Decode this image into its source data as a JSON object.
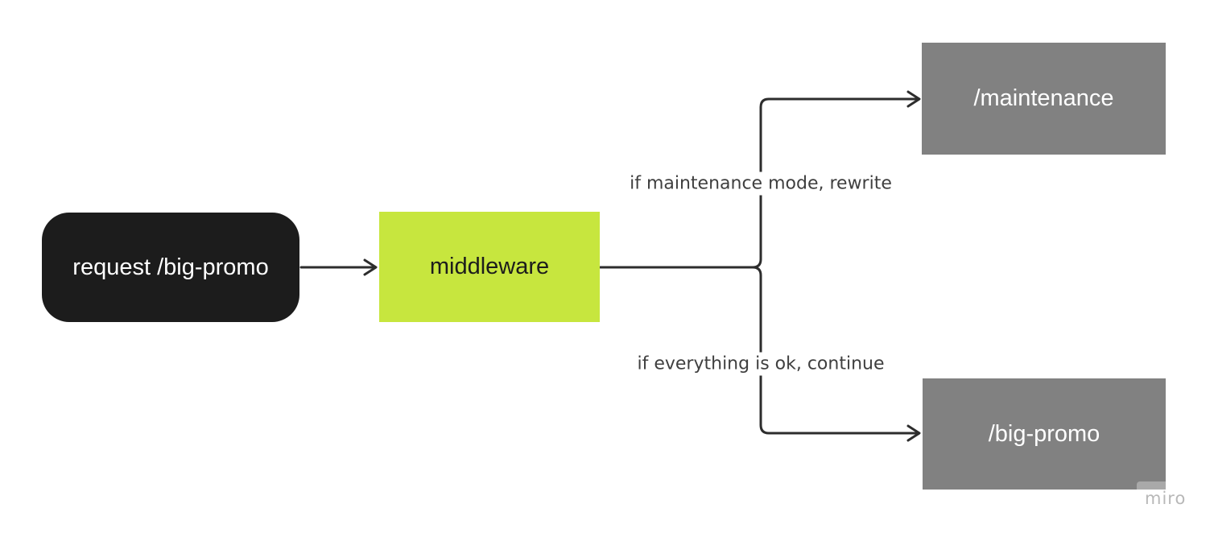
{
  "nodes": {
    "request": {
      "label": "request /big-promo",
      "shape": "rounded-rectangle",
      "bg": "#1c1c1c",
      "text_color": "#ffffff"
    },
    "middleware": {
      "label": "middleware",
      "shape": "rectangle",
      "bg": "#c7e63e",
      "text_color": "#1c1c1c"
    },
    "maintenance": {
      "label": "/maintenance",
      "shape": "rectangle",
      "bg": "#818181",
      "text_color": "#ffffff"
    },
    "big_promo": {
      "label": "/big-promo",
      "shape": "rectangle",
      "bg": "#818181",
      "text_color": "#ffffff"
    }
  },
  "edges": {
    "request_to_middleware": {
      "from": "request",
      "to": "middleware",
      "label": ""
    },
    "middleware_to_maintenance": {
      "from": "middleware",
      "to": "maintenance",
      "label": "if maintenance mode, rewrite"
    },
    "middleware_to_big_promo": {
      "from": "middleware",
      "to": "big_promo",
      "label": "if everything is ok, continue"
    }
  },
  "colors": {
    "connector": "#2d2d2d",
    "edge_label_text": "#3f3f3f",
    "canvas_bg": "#ffffff",
    "watermark_text": "#b8b8b8"
  },
  "watermark": {
    "label": "miro"
  }
}
